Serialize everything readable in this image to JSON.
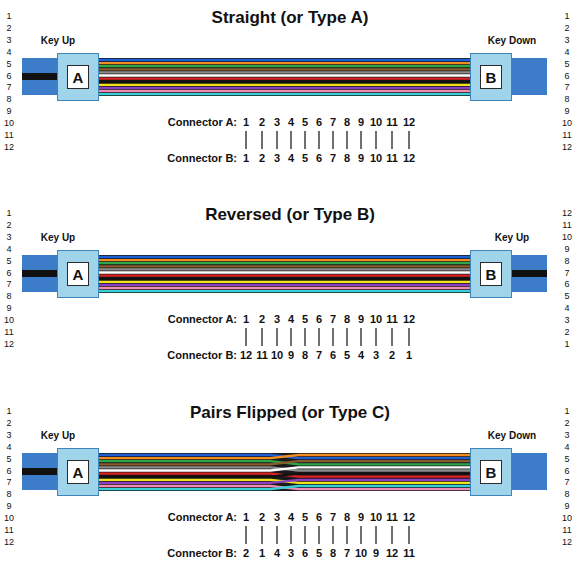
{
  "diagram": {
    "nodes": [
      {
        "text": [
          "A"
        ]
      },
      {
        "text": [
          "B"
        ]
      },
      {
        "text": [
          "A"
        ]
      },
      {
        "text": [
          "B"
        ]
      },
      {
        "text": [
          "A"
        ]
      },
      {
        "text": [
          "B"
        ]
      }
    ],
    "edges": [
      {
        "from": 0,
        "to": 1,
        "arrow": "none"
      },
      {
        "from": 2,
        "to": 3,
        "arrow": "none"
      },
      {
        "from": 4,
        "to": 5,
        "arrow": "none"
      }
    ],
    "labels": [
      "Straight (or Type A)",
      "1",
      "2",
      "3",
      "4",
      "5",
      "6",
      "7",
      "8",
      "9",
      "10",
      "11",
      "12",
      "Key Up",
      "Key Down",
      "1",
      "2",
      "3",
      "4",
      "5",
      "6",
      "7",
      "8",
      "9",
      "10",
      "11",
      "12",
      "Connector A:",
      "1",
      "2",
      "3",
      "4",
      "5",
      "6",
      "7",
      "8",
      "9",
      "10",
      "11",
      "12",
      "Connector B:",
      "1",
      "2",
      "3",
      "4",
      "5",
      "6",
      "7",
      "8",
      "9",
      "10",
      "11",
      "12",
      "Reversed (or Type B)",
      "1",
      "2",
      "3",
      "4",
      "5",
      "6",
      "7",
      "8",
      "9",
      "10",
      "11",
      "12",
      "Key Up",
      "Key Up",
      "12",
      "11",
      "10",
      "9",
      "8",
      "7",
      "6",
      "5",
      "4",
      "3",
      "2",
      "1",
      "Connector A:",
      "1",
      "2",
      "3",
      "4",
      "5",
      "6",
      "7",
      "8",
      "9",
      "10",
      "11",
      "12",
      "Connector B:",
      "12",
      "11",
      "10",
      "9",
      "8",
      "7",
      "6",
      "5",
      "4",
      "3",
      "2",
      "1",
      "Pairs Flipped (or Type C)",
      "1",
      "2",
      "3",
      "4",
      "5",
      "6",
      "7",
      "8",
      "9",
      "10",
      "11",
      "12",
      "Key Up",
      "Key Down",
      "1",
      "2",
      "3",
      "4",
      "5",
      "6",
      "7",
      "8",
      "9",
      "10",
      "11",
      "12",
      "Connector A:",
      "1",
      "2",
      "3",
      "4",
      "5",
      "6",
      "7",
      "8",
      "9",
      "10",
      "11",
      "12",
      "Connector B:",
      "2",
      "1",
      "4",
      "3",
      "6",
      "5",
      "8",
      "7",
      "10",
      "9",
      "12",
      "11"
    ]
  }
}
